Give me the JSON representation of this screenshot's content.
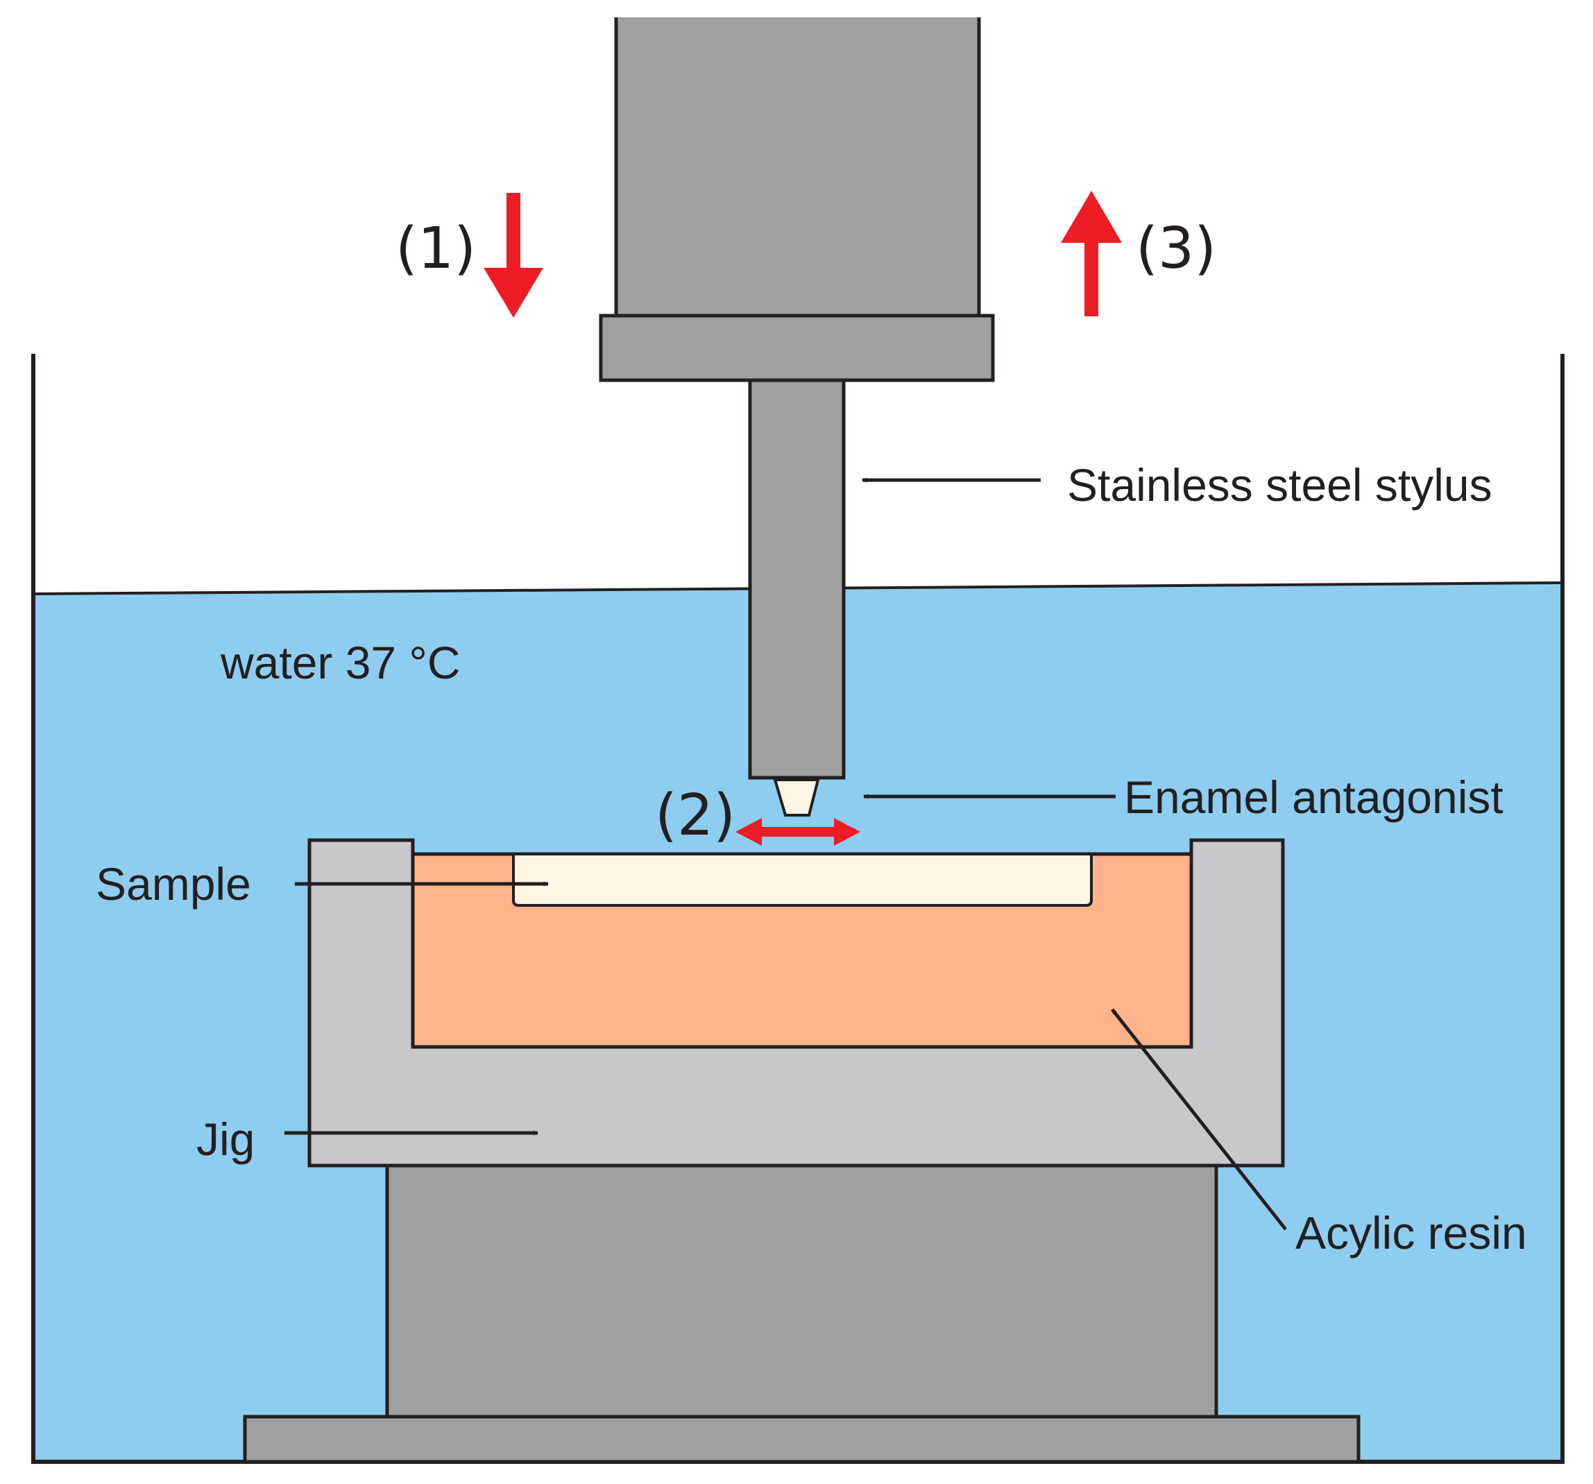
{
  "labels": {
    "stylus": "Stainless steel stylus",
    "water": "water 37 °C",
    "enamel": "Enamel antagonist",
    "sample": "Sample",
    "jig": "Jig",
    "resin": "Acylic resin"
  },
  "steps": {
    "down": "(1)",
    "slide": "(2)",
    "up": "(3)"
  },
  "colors": {
    "water": "#8ecdef",
    "steel": "#a0a0a0",
    "jig": "#c8c8ca",
    "resin": "#ffb38b",
    "sample": "#fff5e4",
    "outline": "#231f20",
    "motion_arrow": "#ee1c25"
  }
}
